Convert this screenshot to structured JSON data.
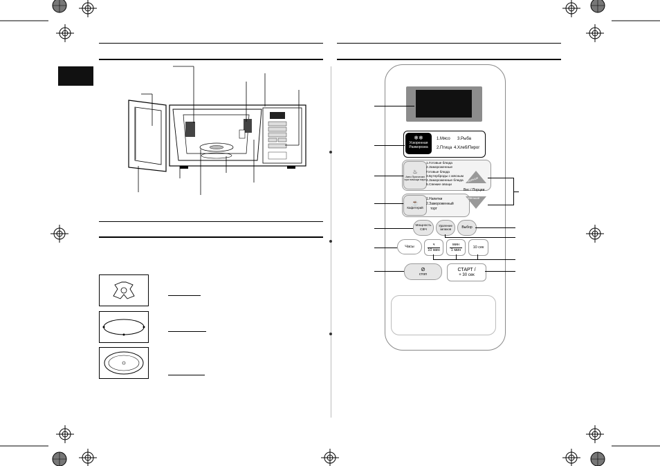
{
  "control_panel": {
    "quick_defrost": {
      "label_line1": "Ускоренная",
      "label_line2": "Разморозка",
      "options": [
        "1.Мясо",
        "3.Рыба",
        "2.Птица",
        "4.Хлеб/Пирог"
      ]
    },
    "auto_cook": {
      "label_line1": "Авто Приготовл",
      "label_line2": "при помощи пара",
      "options": [
        "1.Готовые блюда",
        "2.Замороженные",
        "Готовые блюда",
        "3.Бутерброды с мясным",
        "4.Замороженные блюда",
        "5.Свежие овощи"
      ]
    },
    "cafe": {
      "label": "Кафетерий",
      "options": [
        "1.Напитки",
        "2.Замороженный",
        "торт"
      ]
    },
    "more_label": "Больше",
    "less_label": "Меньше",
    "weight_label": "Вес / Порции",
    "power_label_line1": "Мощность",
    "power_label_line2": "СВЧ",
    "deodor_label_line1": "Удаление",
    "deodor_label_line2": "запахов",
    "select_label": "Выбор",
    "clock_label": "Часы",
    "time_buttons": [
      {
        "top": "ч",
        "bottom": "10 мин"
      },
      {
        "top": "мин",
        "bottom": "1 мин"
      }
    ],
    "ten_sec_label": "10 сек",
    "stop_label": "стоп",
    "start_label_line1": "СТАРТ /",
    "start_label_line2": "+ 30 сек"
  },
  "colors": {
    "display_bg": "#111111",
    "display_frame": "#8c8c8c",
    "panel_border": "#888888",
    "button_gray": "#e6e6e6"
  }
}
